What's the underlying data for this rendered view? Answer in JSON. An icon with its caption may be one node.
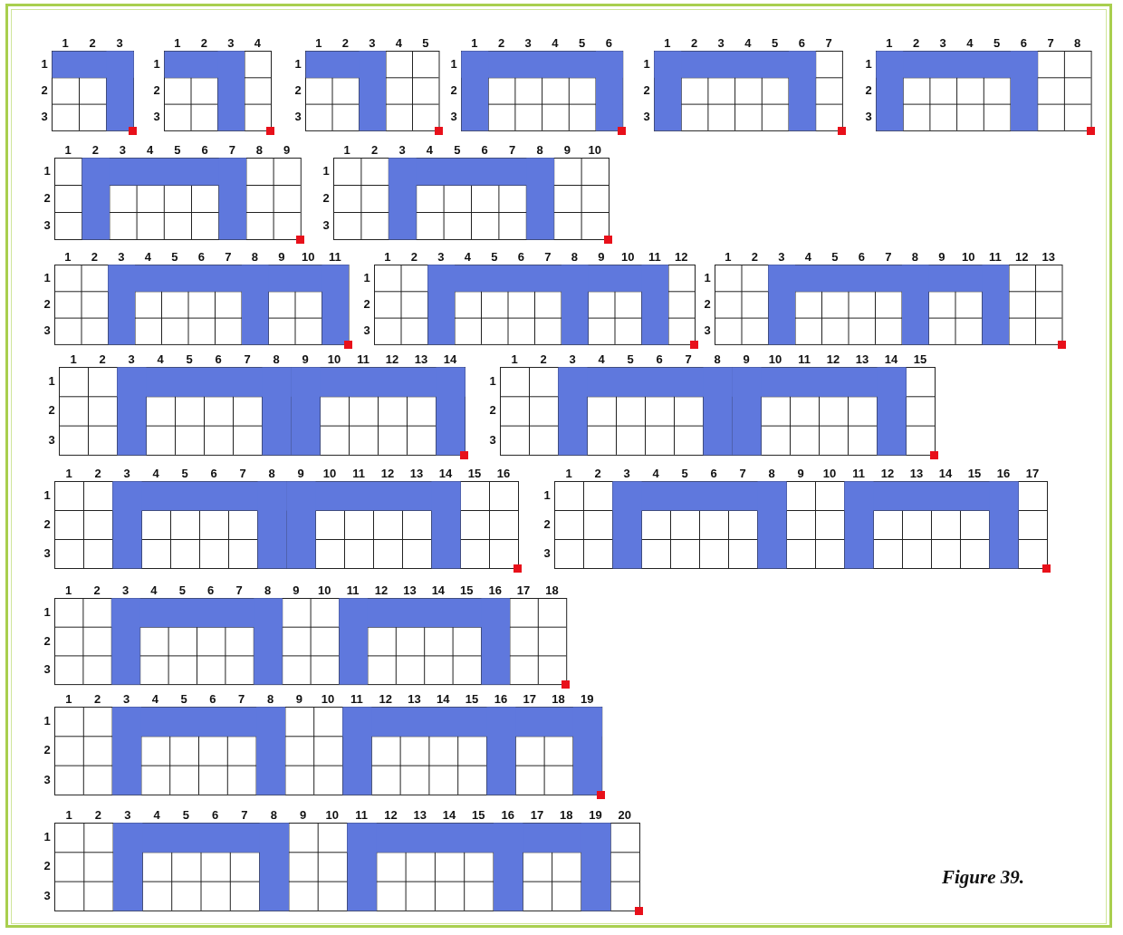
{
  "diagram": {
    "caption": "Figure 39.",
    "labels": [
      "1",
      "2",
      "3",
      "1",
      "2",
      "3",
      "1",
      "2",
      "3",
      "4",
      "1",
      "2",
      "3",
      "1",
      "2",
      "3",
      "4",
      "5",
      "1",
      "2",
      "3",
      "1",
      "2",
      "3",
      "4",
      "5",
      "6",
      "1",
      "2",
      "3",
      "1",
      "2",
      "3",
      "4",
      "5",
      "6",
      "7",
      "1",
      "2",
      "3",
      "1",
      "2",
      "3",
      "4",
      "5",
      "6",
      "7",
      "8",
      "1",
      "2",
      "3",
      "1",
      "2",
      "3",
      "4",
      "5",
      "6",
      "7",
      "8",
      "9",
      "1",
      "2",
      "3",
      "1",
      "2",
      "3",
      "4",
      "5",
      "6",
      "7",
      "8",
      "9",
      "10",
      "1",
      "2",
      "3",
      "1",
      "2",
      "3",
      "4",
      "5",
      "6",
      "7",
      "8",
      "9",
      "10",
      "11",
      "1",
      "2",
      "3",
      "1",
      "2",
      "3",
      "4",
      "5",
      "6",
      "7",
      "8",
      "9",
      "10",
      "11",
      "12",
      "1",
      "2",
      "3",
      "1",
      "2",
      "3",
      "4",
      "5",
      "6",
      "7",
      "8",
      "9",
      "10",
      "11",
      "12",
      "13",
      "1",
      "2",
      "3",
      "1",
      "2",
      "3",
      "4",
      "5",
      "6",
      "7",
      "8",
      "9",
      "10",
      "11",
      "12",
      "13",
      "14",
      "1",
      "2",
      "3",
      "1",
      "2",
      "3",
      "4",
      "5",
      "6",
      "7",
      "8",
      "9",
      "10",
      "11",
      "12",
      "13",
      "14",
      "15",
      "1",
      "2",
      "3",
      "1",
      "2",
      "3",
      "4",
      "5",
      "6",
      "7",
      "8",
      "9",
      "10",
      "11",
      "12",
      "13",
      "14",
      "15",
      "16",
      "1",
      "2",
      "3",
      "1",
      "2",
      "3",
      "4",
      "5",
      "6",
      "7",
      "8",
      "9",
      "10",
      "11",
      "12",
      "13",
      "14",
      "15",
      "16",
      "17",
      "1",
      "2",
      "3",
      "1",
      "2",
      "3",
      "4",
      "5",
      "6",
      "7",
      "8",
      "9",
      "10",
      "11",
      "12",
      "13",
      "14",
      "15",
      "16",
      "17",
      "18",
      "1",
      "2",
      "3",
      "1",
      "2",
      "3",
      "4",
      "5",
      "6",
      "7",
      "8",
      "9",
      "10",
      "11",
      "12",
      "13",
      "14",
      "15",
      "16",
      "17",
      "18",
      "19",
      "1",
      "2",
      "3",
      "1",
      "2",
      "3",
      "4",
      "5",
      "6",
      "7",
      "8",
      "9",
      "10",
      "11",
      "12",
      "13",
      "14",
      "15",
      "16",
      "17",
      "18",
      "19",
      "20",
      "1",
      "2",
      "3"
    ]
  }
}
